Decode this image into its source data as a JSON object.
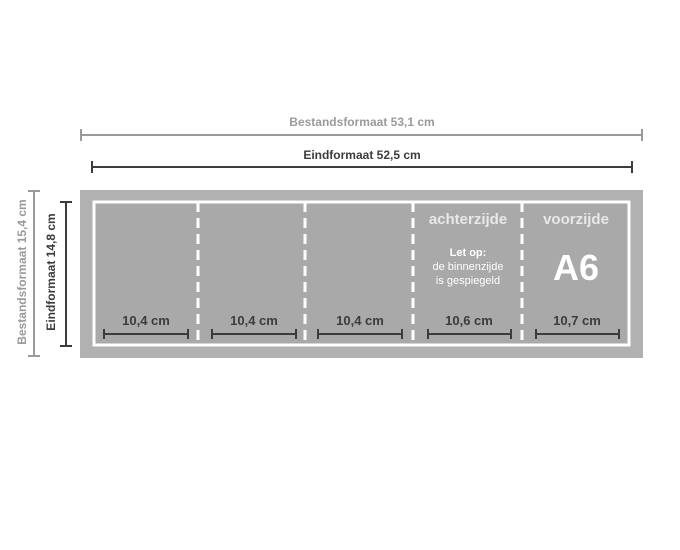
{
  "dimensions": {
    "file_width_label": "Bestandsformaat 53,1 cm",
    "final_width_label": "Eindformaat 52,5 cm",
    "file_height_label": "Bestandsformaat 15,4 cm",
    "final_height_label": "Eindformaat 14,8 cm"
  },
  "panels": [
    {
      "width_label": "10,4 cm"
    },
    {
      "width_label": "10,4 cm"
    },
    {
      "width_label": "10,4 cm"
    },
    {
      "width_label": "10,6 cm",
      "header": "achterzijde",
      "note_title": "Let op:",
      "note_line1": "de binnenzijde",
      "note_line2": "is gespiegeld"
    },
    {
      "width_label": "10,7 cm",
      "header": "voorzijde",
      "format": "A6"
    }
  ],
  "colors": {
    "bleed": "#b1b1b2",
    "panel": "#a9a9aa",
    "fold_line": "#ffffff",
    "dim_light": "#9a9a9a",
    "dim_dark": "#3c3c3c"
  }
}
